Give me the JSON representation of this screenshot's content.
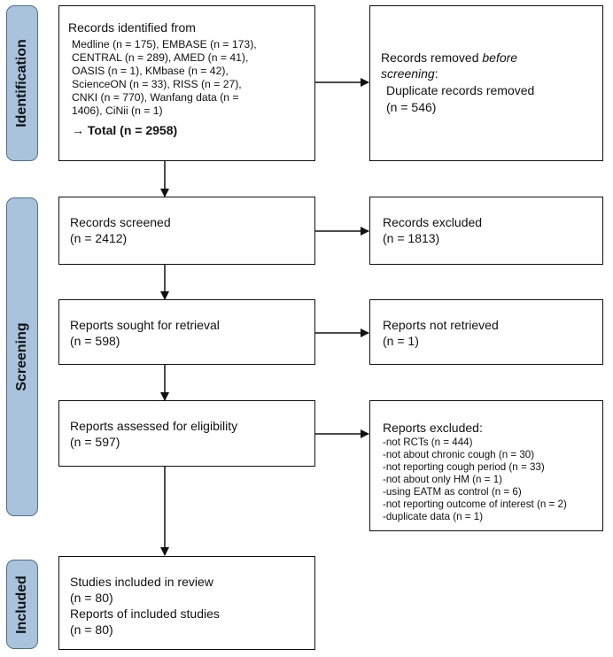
{
  "phases": {
    "identification": "Identification",
    "screening": "Screening",
    "included": "Included"
  },
  "identification": {
    "title": "Records identified from",
    "sources": [
      "Medline (n = 175), EMBASE (n = 173),",
      "CENTRAL (n = 289), AMED (n = 41),",
      "OASIS (n = 1), KMbase (n = 42),",
      "ScienceON (n = 33), RISS (n = 27),",
      "CNKI (n = 770), Wanfang data (n =",
      "1406), CiNii (n = 1)"
    ],
    "total": "→ Total (n = 2958)"
  },
  "removed": {
    "line1": "Records removed ",
    "line1_italic": "before",
    "line2_italic": "screening",
    "line2_rest": ":",
    "line3": "Duplicate records removed",
    "line4": "(n = 546)"
  },
  "screened": {
    "label": "Records screened",
    "n": "(n = 2412)"
  },
  "excluded_records": {
    "label": "Records excluded",
    "n": "(n = 1813)"
  },
  "sought": {
    "label": "Reports sought for retrieval",
    "n": "(n = 598)"
  },
  "not_retrieved": {
    "label": "Reports not retrieved",
    "n": "(n = 1)"
  },
  "assessed": {
    "label": "Reports assessed for eligibility",
    "n": "(n = 597)"
  },
  "reports_excluded": {
    "title": "Reports excluded:",
    "reasons": [
      "-not RCTs (n = 444)",
      "-not about chronic cough (n = 30)",
      "-not reporting cough period (n = 33)",
      "-not about only HM (n = 1)",
      "-using EATM as control (n = 6)",
      "-not reporting outcome of interest (n = 2)",
      "-duplicate data (n = 1)"
    ]
  },
  "included": {
    "studies_label": "Studies included in review",
    "studies_n": "(n = 80)",
    "reports_label": "Reports of included studies",
    "reports_n": "(n = 80)"
  }
}
